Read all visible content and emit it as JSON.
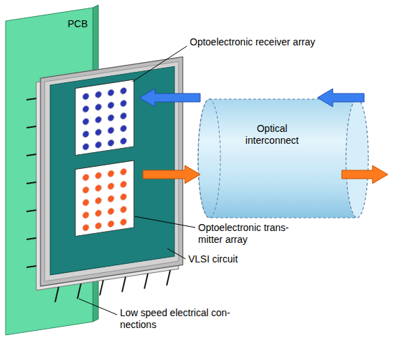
{
  "diagram": {
    "nodes": [
      {
        "text": [
          "PCB"
        ]
      },
      {
        "text": [
          "Optical interconnect"
        ]
      }
    ],
    "labels": [
      "Optoelectronic receiver array",
      "Optoelectronic trans- mitter array",
      "VLSI circuit",
      "Low speed electrical con- nections"
    ]
  }
}
